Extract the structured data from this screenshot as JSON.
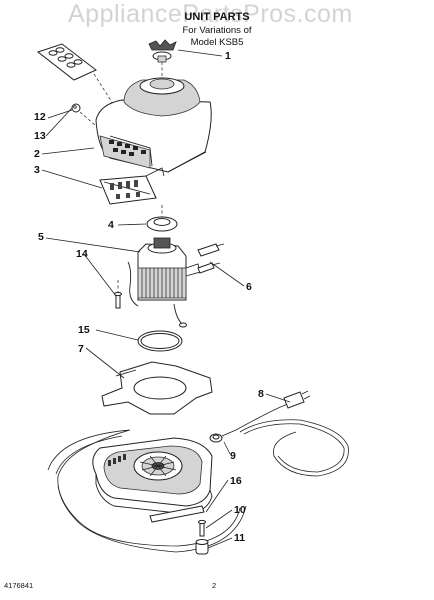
{
  "watermark": "AppliancePartsPros.com",
  "title": {
    "line1": "UNIT PARTS",
    "line2": "For Variations of",
    "line3": "Model KSB5"
  },
  "callouts": [
    "1",
    "12",
    "13",
    "2",
    "3",
    "4",
    "5",
    "14",
    "6",
    "15",
    "7",
    "8",
    "9",
    "16",
    "10",
    "11"
  ],
  "footer": {
    "part_number": "4176841",
    "page": "2"
  }
}
